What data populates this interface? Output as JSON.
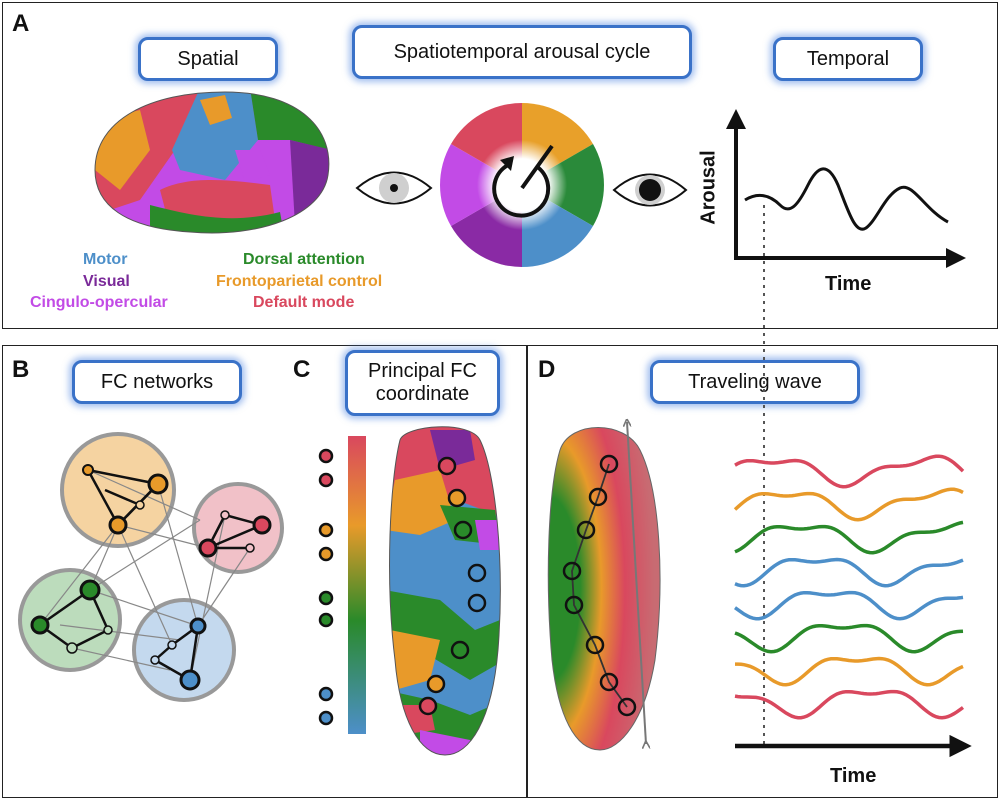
{
  "panels": {
    "a": {
      "letter": "A",
      "titles": {
        "spatial": "Spatial",
        "cycle": "Spatiotemporal arousal cycle",
        "temporal": "Temporal"
      },
      "legend": [
        {
          "name": "motor",
          "label": "Motor",
          "color": "#4d8fc9"
        },
        {
          "name": "visual",
          "label": "Visual",
          "color": "#7a2a99"
        },
        {
          "name": "cingulo-opercular",
          "label": "Cingulo-opercular",
          "color": "#c24be6"
        },
        {
          "name": "dorsal-attention",
          "label": "Dorsal attention",
          "color": "#2a8a2a"
        },
        {
          "name": "frontoparietal-control",
          "label": "Frontoparietal control",
          "color": "#e89a2a"
        },
        {
          "name": "default-mode",
          "label": "Default mode",
          "color": "#d9485e"
        }
      ],
      "plot": {
        "y_label": "Arousal",
        "x_label": "Time"
      }
    },
    "b": {
      "letter": "B",
      "title": "FC networks"
    },
    "c": {
      "letter": "C",
      "title": "Principal FC coordinate"
    },
    "d": {
      "letter": "D",
      "title": "Traveling wave",
      "x_label": "Time"
    }
  },
  "icons": {
    "eye_left": "eye-icon",
    "eye_right": "eye-icon",
    "cycle_arrow": "circular-arrow-icon"
  },
  "colors": {
    "title_border": "#3a72c8",
    "red": "#d9485e",
    "orange": "#e89a2a",
    "green": "#2a8a2a",
    "blue": "#4d8fc9",
    "purple": "#7a2a99",
    "magenta": "#c24be6"
  }
}
